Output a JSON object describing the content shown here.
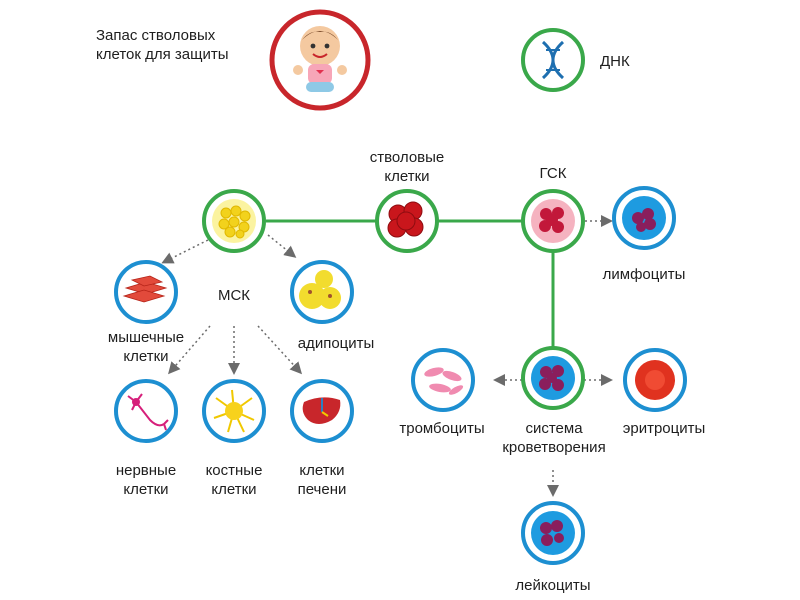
{
  "colors": {
    "green": "#3aa84a",
    "blue": "#1d8fd1",
    "red": "#c8262b",
    "gray": "#6b6b6b"
  },
  "legend": {
    "baby_label": "Запас стволовых клеток для защиты",
    "dna_label": "ДНК"
  },
  "nodes": {
    "stem_cells": "стволовые клетки",
    "hsc": "ГСК",
    "msc": "МСК",
    "lymphocytes": "лимфоциты",
    "muscle_cells": "мышечные клетки",
    "adipocytes": "адипоциты",
    "nerve_cells": "нервные клетки",
    "bone_cells": "костные клетки",
    "liver_cells": "клетки печени",
    "platelets": "тромбоциты",
    "hematopoiesis": "система кроветворения",
    "erythrocytes": "эритроциты",
    "leukocytes": "лейкоциты"
  },
  "icons": {
    "baby": "baby-icon",
    "dna": "dna-icon",
    "msc_cell": "msc-cell-icon",
    "stem_cell": "stem-cell-icon",
    "hsc_cell": "hsc-cell-icon",
    "lymphocyte": "lymphocyte-icon",
    "muscle": "muscle-cells-icon",
    "adipocyte": "adipocyte-icon",
    "nerve": "neuron-icon",
    "bone": "osteocyte-icon",
    "liver": "liver-icon",
    "platelet": "platelets-icon",
    "hematopoiesis": "blood-system-icon",
    "erythrocyte": "red-blood-cell-icon",
    "leukocyte": "leukocyte-icon"
  }
}
